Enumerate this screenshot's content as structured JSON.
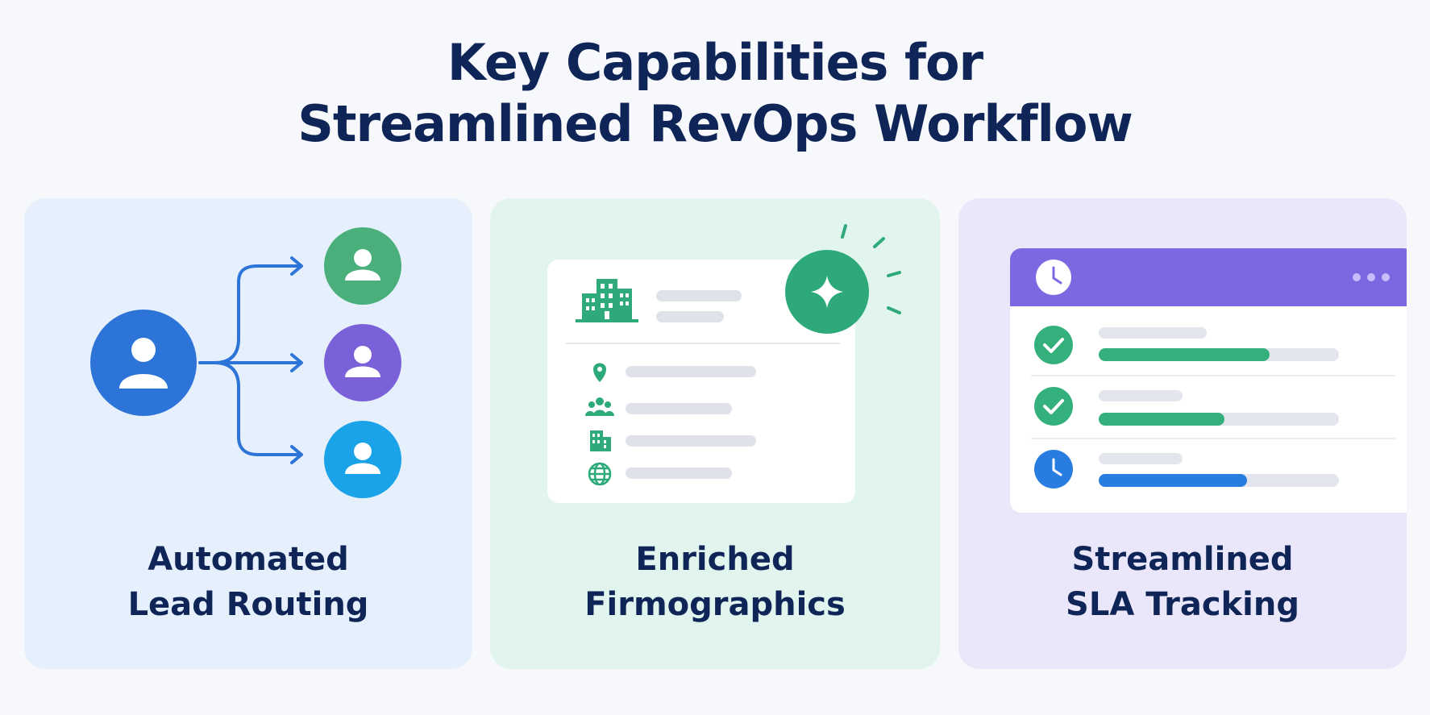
{
  "title": {
    "line1": "Key Capabilities for",
    "line2": "Streamlined RevOps Workflow"
  },
  "cards": [
    {
      "label_line1": "Automated",
      "label_line2": "Lead Routing",
      "icons": [
        "user-icon",
        "arrow-icon",
        "user-icon",
        "user-icon",
        "user-icon"
      ],
      "colors": {
        "source": "#2d74d8",
        "target1": "#4aaf7a",
        "target2": "#7b61d9",
        "target3": "#1aa3e8"
      }
    },
    {
      "label_line1": "Enriched",
      "label_line2": "Firmographics",
      "icons": [
        "building-icon",
        "sparkle-icon",
        "location-pin-icon",
        "team-icon",
        "office-icon",
        "globe-icon"
      ],
      "colors": {
        "accent": "#2eaa7a"
      }
    },
    {
      "label_line1": "Streamlined",
      "label_line2": "SLA Tracking",
      "icons": [
        "clock-icon",
        "more-dots-icon",
        "check-icon",
        "check-icon",
        "clock-icon"
      ],
      "colors": {
        "header": "#7c68e0",
        "done": "#34b07c",
        "pending": "#2a7de0"
      }
    }
  ]
}
